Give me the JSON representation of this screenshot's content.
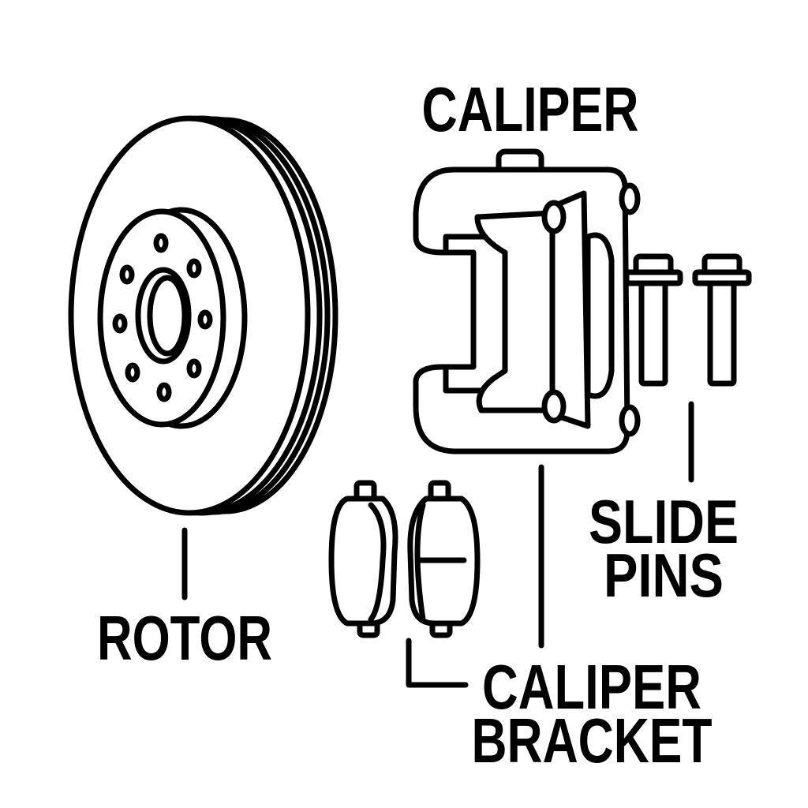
{
  "labels": {
    "caliper": "CALIPER",
    "rotor": "ROTOR",
    "slide_pins_line1": "SLIDE",
    "slide_pins_line2": "PINS",
    "bracket_line1": "CALIPER",
    "bracket_line2": "BRACKET"
  },
  "colors": {
    "ink": "#000000",
    "background": "#ffffff"
  }
}
